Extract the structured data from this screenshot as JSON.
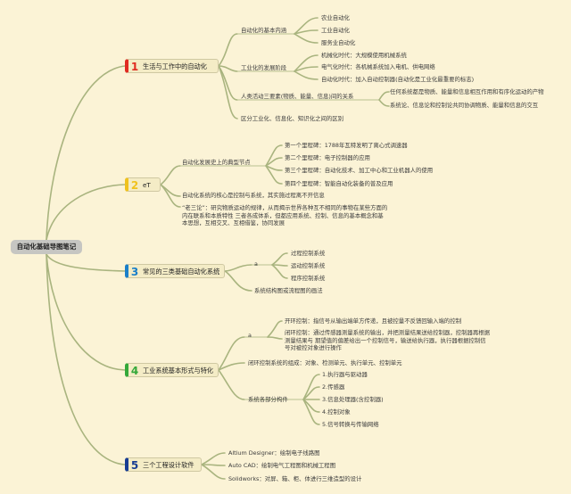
{
  "root": "自动化基础导图笔记",
  "b1": {
    "num": "1",
    "label": "生活与工作中的自动化",
    "c1": "自动化的基本内涵",
    "c1_items": [
      "农业自动化",
      "工业自动化",
      "服务业自动化"
    ],
    "c2": "工业化的发展阶段",
    "c2_items": [
      "机械化时代：大规模使用机械系统",
      "电气化时代：各机械系统加入电机、供电网络",
      "自动化时代：加入自动控制器(自动化是工业化最重要的标志)"
    ],
    "c3": "人类活动三要素(物质、能量、信息)间的关系",
    "c3_items": [
      "任何系统都是物质、能量和信息相互作用和有序化运动的产物",
      "系统论、信息论和控制论共同协调物质、能量和信息的交互"
    ],
    "c4": "区分工业化、信息化、知识化之间的区别"
  },
  "b2": {
    "num": "2",
    "label": "eT",
    "c1": "自动化发展史上的典型节点",
    "c1_items": [
      "第一个里程碑：1788年瓦特发明了离心式调速器",
      "第二个里程碑：电子控制器的应用",
      "第三个里程碑：自动化技术、加工中心和工业机器人的使用",
      "第四个里程碑：智能自动化装备的普及应用"
    ],
    "c2": "自动化系统的核心是控制与系统，其实施过程离不开信息",
    "c3": "“老三论”：研究物质运动的规律，从而揭示世界各种互不相同的事物在某些方面的内在联系和本质特性 三者各成体系，但都应用系统、控制、信息的基本概念和基本思想，互相交叉、互相借鉴，协同发展"
  },
  "b3": {
    "num": "3",
    "label": "常见的三类基础自动化系统",
    "c1": "a",
    "c1_items": [
      "过程控制系统",
      "运动控制系统",
      "程序控制系统"
    ],
    "c2": "系统结构图或流程图的画法"
  },
  "b4": {
    "num": "4",
    "label": "工业系统基本形式与特化",
    "c1": "a",
    "c1_items": [
      "开环控制：指信号从输出端单方传递，且被控量不反馈回输入端的控制",
      "闭环控制：通过传感器测量系统的输出，并把测量结果送给控制器，控制器再根据测量结果与 期望值的偏差给出一个控制信号，输送给执行器，执行器根据控制信号对被控对象进行操作"
    ],
    "c2": "闭环控制系统的组成：对象、检测单元、执行单元、控制单元",
    "c3": "系统各部分构件",
    "c3_items": [
      "1.执行器与驱动器",
      "2.传感器",
      "3.信息处理器(含控制器)",
      "4.控制对象",
      "5.信号转换与传输网络"
    ]
  },
  "b5": {
    "num": "5",
    "label": "三个工程设计软件",
    "items": [
      "Altium Designer：绘制电子线路图",
      "Auto CAD：绘制电气工程图和机械工程图",
      "Solidworks：对屏、箱、柜、体进行三维造型的设计"
    ]
  }
}
